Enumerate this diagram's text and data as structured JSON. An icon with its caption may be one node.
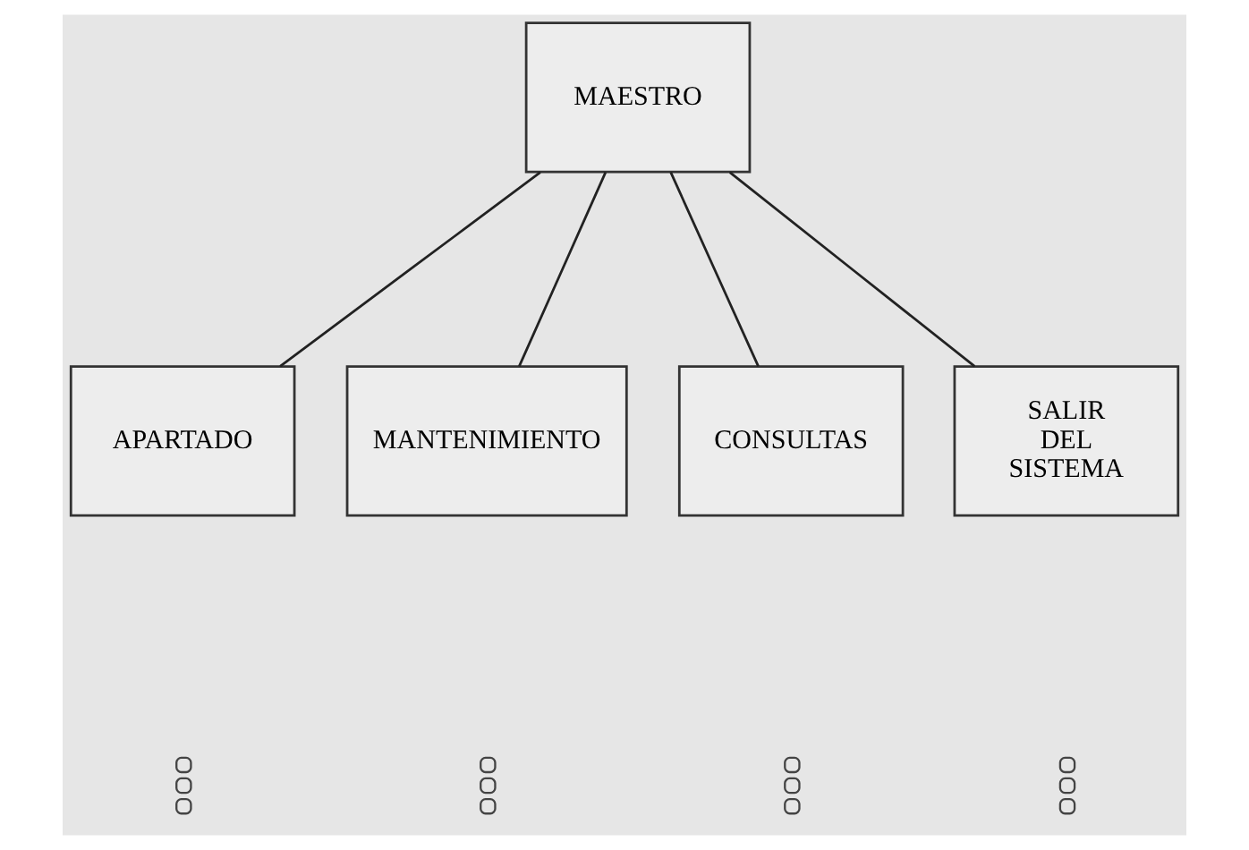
{
  "diagram": {
    "nodes": [
      {
        "text": [
          "MAESTRO"
        ]
      },
      {
        "text": [
          "APARTADO"
        ]
      },
      {
        "text": [
          "MANTENIMIENTO"
        ]
      },
      {
        "text": [
          "CONSULTAS"
        ]
      },
      {
        "text": [
          "SALIR DEL SISTEMA"
        ]
      }
    ],
    "edges": [
      {
        "from": 0,
        "to": 1,
        "arrow": "none"
      },
      {
        "from": 0,
        "to": 2,
        "arrow": "none"
      },
      {
        "from": 0,
        "to": 3,
        "arrow": "none"
      },
      {
        "from": 0,
        "to": 4,
        "arrow": "none"
      }
    ]
  }
}
